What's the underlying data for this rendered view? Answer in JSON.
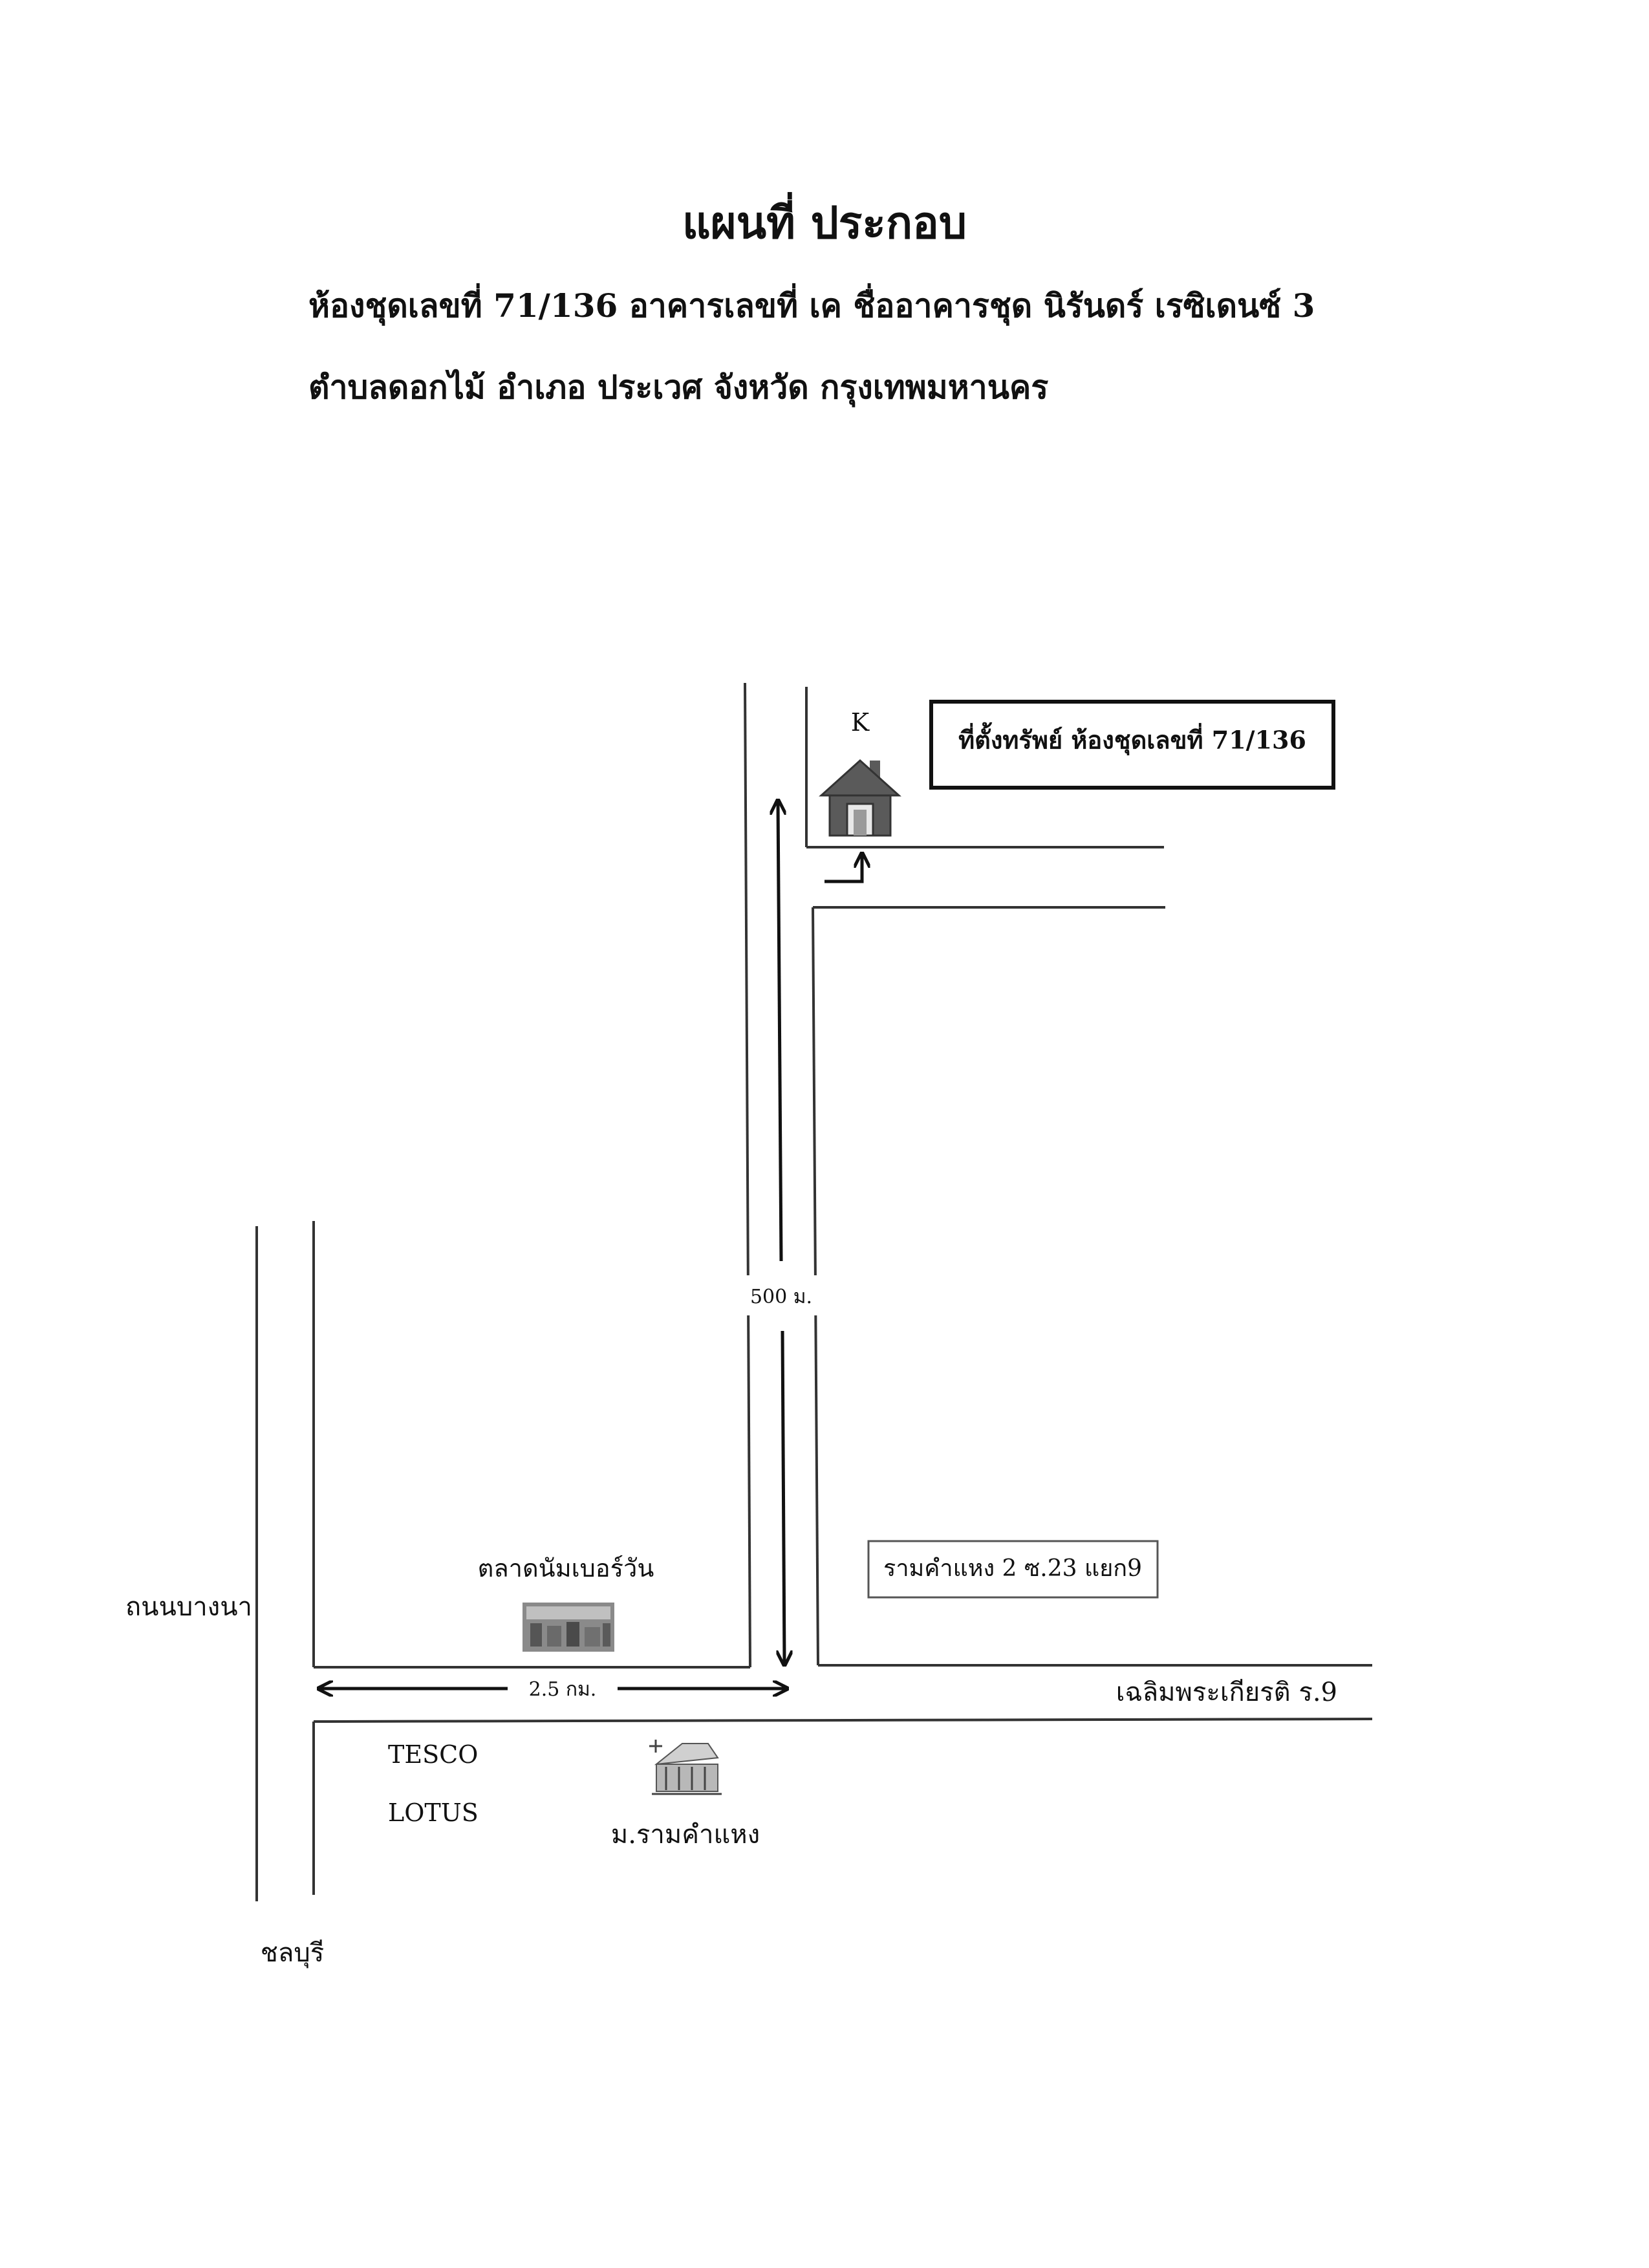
{
  "header": {
    "title": "แผนที่ ประกอบ",
    "line1": "ห้องชุดเลขที่ 71/136 อาคารเลขที่ เค ชื่ออาคารชุด นิรันดร์ เรซิเดนซ์ 3",
    "line2": "ตำบลดอกไม้ อำเภอ ประเวศ จังหวัด กรุงเทพมหานคร"
  },
  "map": {
    "building_code": "K",
    "property_box": "ที่ตั้งทรัพย์ ห้องชุดเลขที่ 71/136",
    "distance_vertical": "500 ม.",
    "distance_horizontal": "2.5 กม.",
    "soi_label": "รามคำแหง 2 ซ.23 แยก9",
    "market_label": "ตลาดนัมเบอร์วัน",
    "bangna_road": "ถนนบางนา",
    "chaloem_road": "เฉลิมพระเกียรติ ร.9",
    "tesco": "TESCO",
    "lotus": "LOTUS",
    "university": "ม.รามคำแหง",
    "chonburi": "ชลบุรี",
    "icons": [
      "house-icon",
      "market-photo-icon",
      "university-building-icon"
    ]
  },
  "colors": {
    "ink": "#111111",
    "road": "#333333",
    "house_fill": "#5a5a5a"
  }
}
